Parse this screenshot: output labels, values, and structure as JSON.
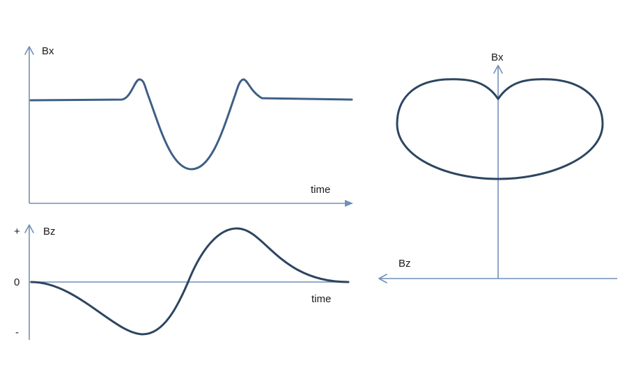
{
  "panels": {
    "bx_time": {
      "y_axis_label": "Bx",
      "x_axis_label": "time"
    },
    "bz_time": {
      "y_axis_label": "Bz",
      "x_axis_label": "time",
      "tick_plus": "+",
      "tick_zero": "0",
      "tick_minus": "-"
    },
    "hodogram": {
      "y_axis_label": "Bx",
      "x_axis_label": "Bz"
    }
  },
  "colors": {
    "axis": "#6f8fb8",
    "curve": "#2d4560",
    "curve_top": "#3e5f86"
  }
}
